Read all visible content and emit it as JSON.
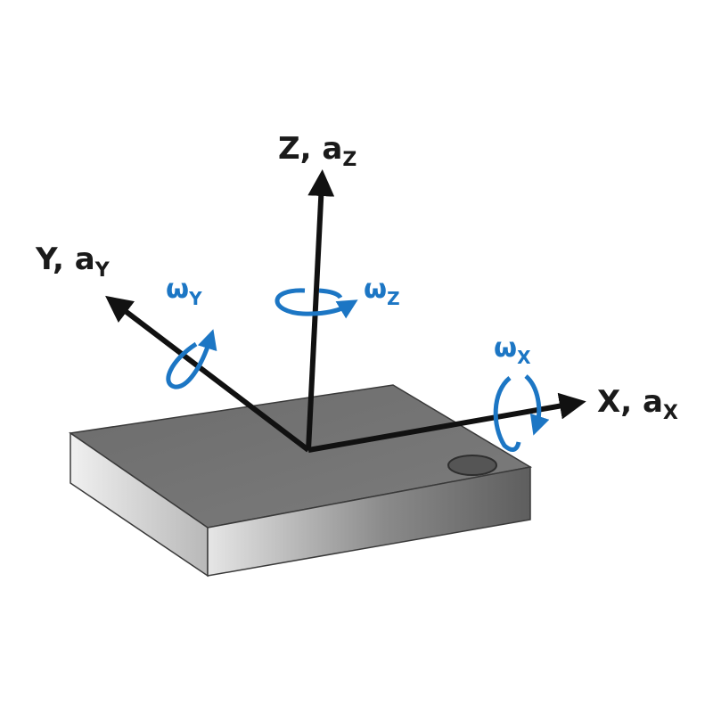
{
  "colors": {
    "axis": "#111111",
    "rotation": "#1c76c4",
    "chip_top": "#747474",
    "chip_front_light": "#e4e4e4",
    "chip_front_dark": "#6a6a6a",
    "chip_outline": "#3a3a3a"
  },
  "axes": {
    "z": {
      "name": "Z, a",
      "sub": "Z"
    },
    "y": {
      "name": "Y, a",
      "sub": "Y"
    },
    "x": {
      "name": "X, a",
      "sub": "X"
    }
  },
  "rotations": {
    "z": {
      "symbol": "ω",
      "sub": "Z"
    },
    "y": {
      "symbol": "ω",
      "sub": "Y"
    },
    "x": {
      "symbol": "ω",
      "sub": "X"
    }
  },
  "icons": [
    "chip-body",
    "pin1-marker",
    "rotation-arrow-icon"
  ]
}
